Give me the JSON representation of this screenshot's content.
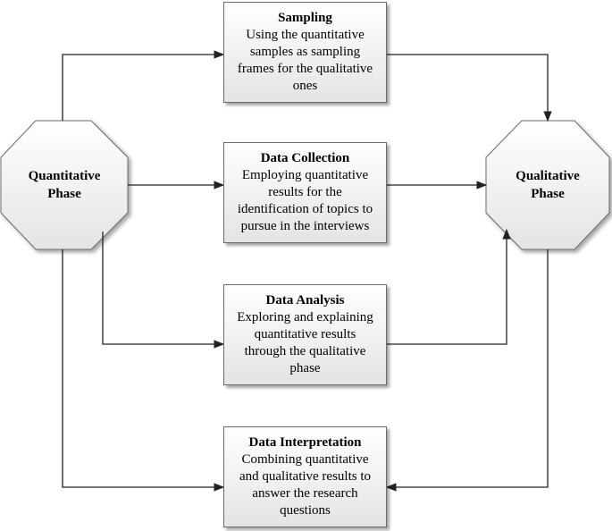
{
  "phases": {
    "quantitative": "Quantitative\nPhase",
    "qualitative": "Qualitative\nPhase"
  },
  "boxes": {
    "sampling": {
      "title": "Sampling",
      "body": "Using the quantitative\nsamples as sampling\nframes for the qualitative\nones"
    },
    "data_collection": {
      "title": "Data Collection",
      "body": "Employing quantitative\nresults  for the\nidentification of topics to\npursue in the interviews"
    },
    "data_analysis": {
      "title": "Data Analysis",
      "body": "Exploring and explaining\nquantitative results\nthrough the qualitative\nphase"
    },
    "data_interpretation": {
      "title": "Data Interpretation",
      "body": "Combining quantitative\nand qualitative results to\nanswer the research\nquestions"
    }
  },
  "colors": {
    "stroke": "#6a6a6a",
    "fill_top": "#ffffff",
    "fill_bottom": "#e4e4e4",
    "connector": "#222222"
  }
}
